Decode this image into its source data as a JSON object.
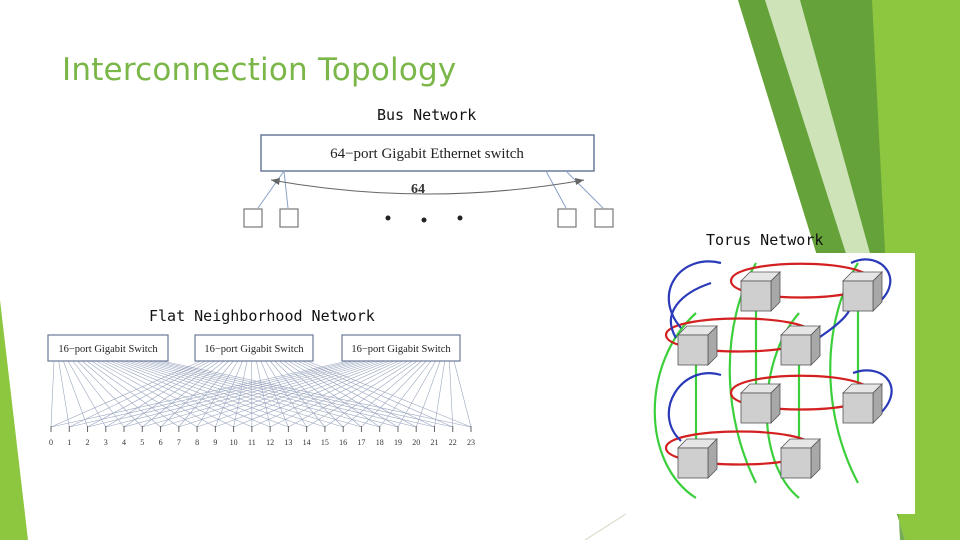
{
  "slide": {
    "title": "Interconnection Topology",
    "colors": {
      "title": "#7ab648",
      "accent_green": "#8dc63f",
      "dark_green": "#5e9c3a"
    }
  },
  "bus_network": {
    "caption": "Bus Network",
    "switch_label": "64−port Gigabit Ethernet switch",
    "count_label": "64"
  },
  "fnn": {
    "caption": "Flat Neighborhood Network",
    "switches": [
      "16−port Gigabit Switch",
      "16−port Gigabit Switch",
      "16−port Gigabit Switch"
    ],
    "node_labels": [
      "0",
      "1",
      "2",
      "3",
      "4",
      "5",
      "6",
      "7",
      "8",
      "9",
      "10",
      "11",
      "12",
      "13",
      "14",
      "15",
      "16",
      "17",
      "18",
      "19",
      "20",
      "21",
      "22",
      "23"
    ]
  },
  "torus": {
    "caption": "Torus Network",
    "colors": {
      "x_links": "#d42020",
      "y_links": "#2a3ab8",
      "z_links": "#3ccf3c"
    }
  }
}
